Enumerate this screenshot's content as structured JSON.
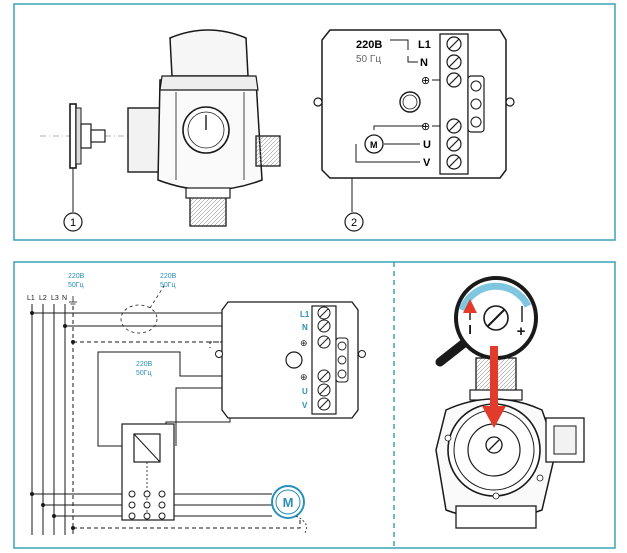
{
  "colors": {
    "frame": "#3aa3b5",
    "line": "#1a1a1a",
    "accent": "#2a8fb8",
    "arrow": "#e23b2b",
    "fill_light": "#f2f2f2"
  },
  "top_panel": {
    "callout_1": "1",
    "callout_2": "2",
    "box_voltage": "220В",
    "box_freq": "50 Гц",
    "terminal_L1": "L1",
    "terminal_N": "N",
    "terminal_U": "U",
    "terminal_V": "V",
    "motor_label": "M",
    "ground_symbol": "⊕"
  },
  "wiring_panel": {
    "bus_labels": [
      "L1",
      "L2",
      "L3",
      "N"
    ],
    "v1": "220В",
    "f1": "50Гц",
    "v2": "220В",
    "f2": "50Гц",
    "v3": "220В",
    "f3": "50Гц",
    "terminal_L1": "L1",
    "terminal_N": "N",
    "terminal_U": "U",
    "terminal_V": "V",
    "motor_label": "M",
    "ground_symbol": "⊕"
  },
  "adjust_panel": {
    "minus_label": "I",
    "plus_label": "+"
  }
}
